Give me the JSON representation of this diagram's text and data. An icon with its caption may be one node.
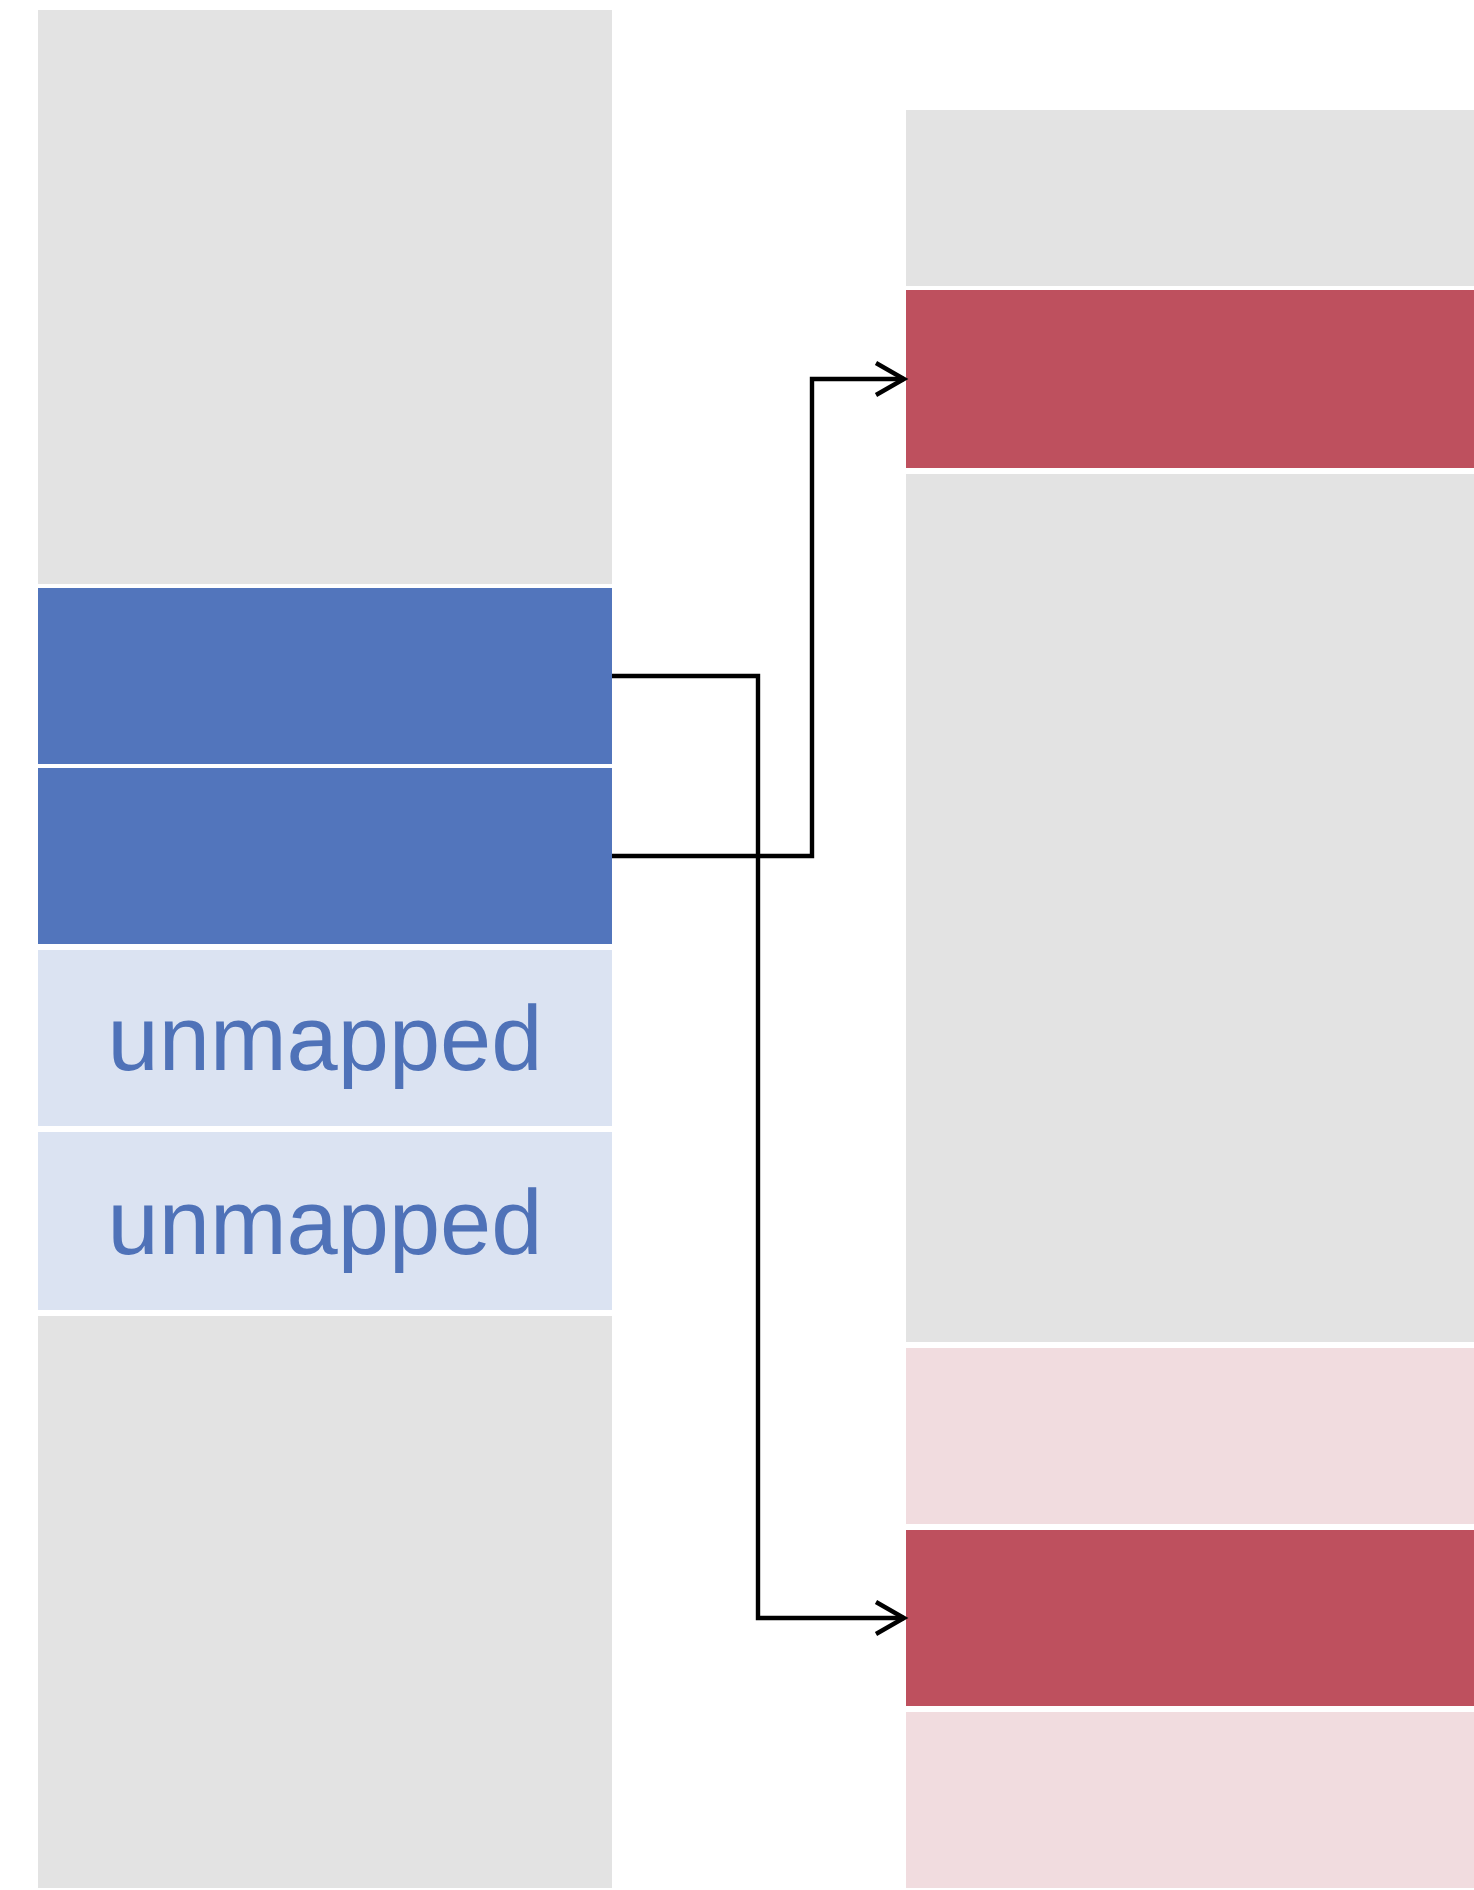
{
  "diagram": {
    "nodes": [
      {
        "text": [],
        "shape": "box"
      },
      {
        "text": [],
        "shape": "box"
      },
      {
        "text": [],
        "shape": "box"
      },
      {
        "text": [
          "unmapped"
        ]
      },
      {
        "text": [
          "unmapped"
        ]
      },
      {
        "text": [],
        "shape": "box"
      },
      {
        "text": [],
        "shape": "box"
      },
      {
        "text": [],
        "shape": "box"
      },
      {
        "text": [],
        "shape": "box"
      },
      {
        "text": [],
        "shape": "box"
      },
      {
        "text": [],
        "shape": "box"
      },
      {
        "text": [],
        "shape": "box"
      }
    ],
    "edges": [
      {
        "from": 1,
        "to": 10,
        "arrow": "to"
      },
      {
        "from": 2,
        "to": 7,
        "arrow": "to"
      }
    ]
  }
}
